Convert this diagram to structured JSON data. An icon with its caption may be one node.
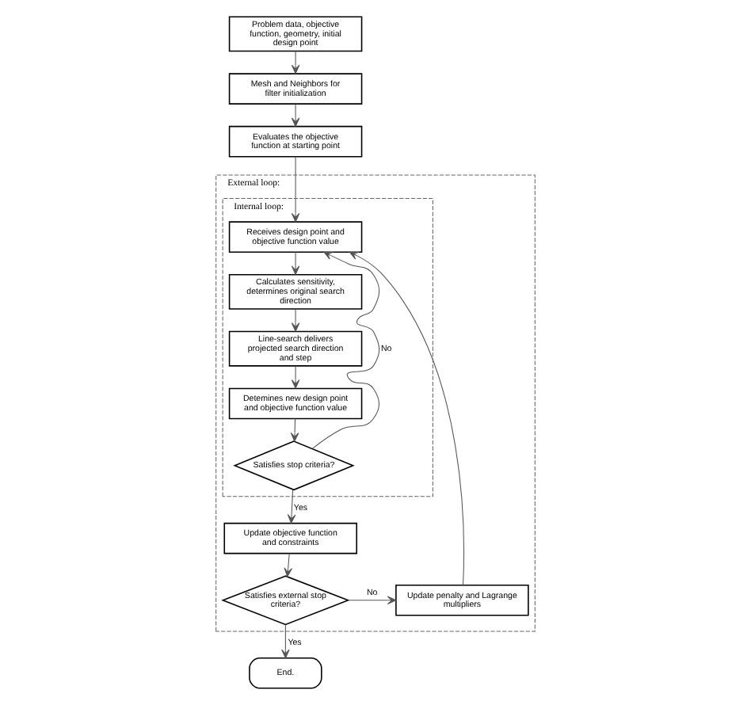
{
  "diagram": {
    "nodes": [
      {
        "text": [
          "Problem data, objective function, geometry, initial design point"
        ]
      },
      {
        "text": [
          "Mesh and Neighbors for filter initialization"
        ]
      },
      {
        "text": [
          "Evaluates the objective function at starting point"
        ]
      },
      {
        "text": [
          "External loop:"
        ]
      },
      {
        "text": [
          "Internal loop:"
        ],
        "in": 3
      },
      {
        "text": [
          "Receives design point and objective function value"
        ],
        "in": 4
      },
      {
        "text": [
          "Calculates sensitivity, determines original search direction"
        ],
        "in": 4
      },
      {
        "text": [
          "Line-search delivers projected search direction and step"
        ],
        "in": 4
      },
      {
        "text": [
          "Detemines new design point and objective function value"
        ],
        "in": 4
      },
      {
        "text": [
          "Satisfies stop criteria?"
        ],
        "in": 4
      },
      {
        "text": [
          "Update objective function and constraints"
        ],
        "in": 3
      },
      {
        "text": [
          "Satisfies external stop criteria?"
        ],
        "in": 3
      },
      {
        "text": [
          "End."
        ]
      },
      {
        "text": [
          "Update penalty and Lagrange multipliers"
        ],
        "in": 3
      }
    ],
    "edges": [
      {
        "from": 0,
        "to": 1,
        "arrow": "to"
      },
      {
        "from": 1,
        "to": 2,
        "arrow": "to"
      },
      {
        "from": 2,
        "to": 5,
        "arrow": "to"
      },
      {
        "from": 5,
        "to": 6,
        "arrow": "to"
      },
      {
        "from": 6,
        "to": 7,
        "arrow": "to"
      },
      {
        "from": 7,
        "to": 8,
        "arrow": "to"
      },
      {
        "from": 8,
        "to": 9,
        "arrow": "to"
      },
      {
        "from": 9,
        "to": 5,
        "label": "No",
        "arrow": "to"
      },
      {
        "from": 9,
        "to": 10,
        "label": "Yes",
        "arrow": "to"
      },
      {
        "from": 10,
        "to": 11,
        "arrow": "to"
      },
      {
        "from": 11,
        "to": 12,
        "label": "Yes",
        "arrow": "to"
      },
      {
        "from": 11,
        "to": 13,
        "label": "No",
        "arrow": "to"
      },
      {
        "from": 13,
        "to": 5,
        "arrow": "to"
      }
    ]
  }
}
